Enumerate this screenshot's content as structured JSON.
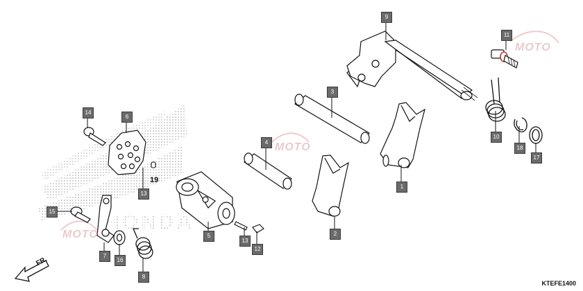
{
  "parts": {
    "p1": "1",
    "p2": "2",
    "p3": "3",
    "p4": "4",
    "p5": "5",
    "p6": "6",
    "p7": "7",
    "p8": "8",
    "p9": "9",
    "p10": "10",
    "p11": "11",
    "p12": "12",
    "p13a": "13",
    "p13b": "13",
    "p14": "14",
    "p15": "15",
    "p16": "16",
    "p17": "17",
    "p18": "18",
    "p19": "19"
  },
  "direction_label": "FR.",
  "diagram_code": "KTEFE1400",
  "watermark": "MOTO",
  "colors": {
    "tag_bg": "#6b6b6b",
    "line": "#111111",
    "watermark": "#d9a0a6"
  }
}
